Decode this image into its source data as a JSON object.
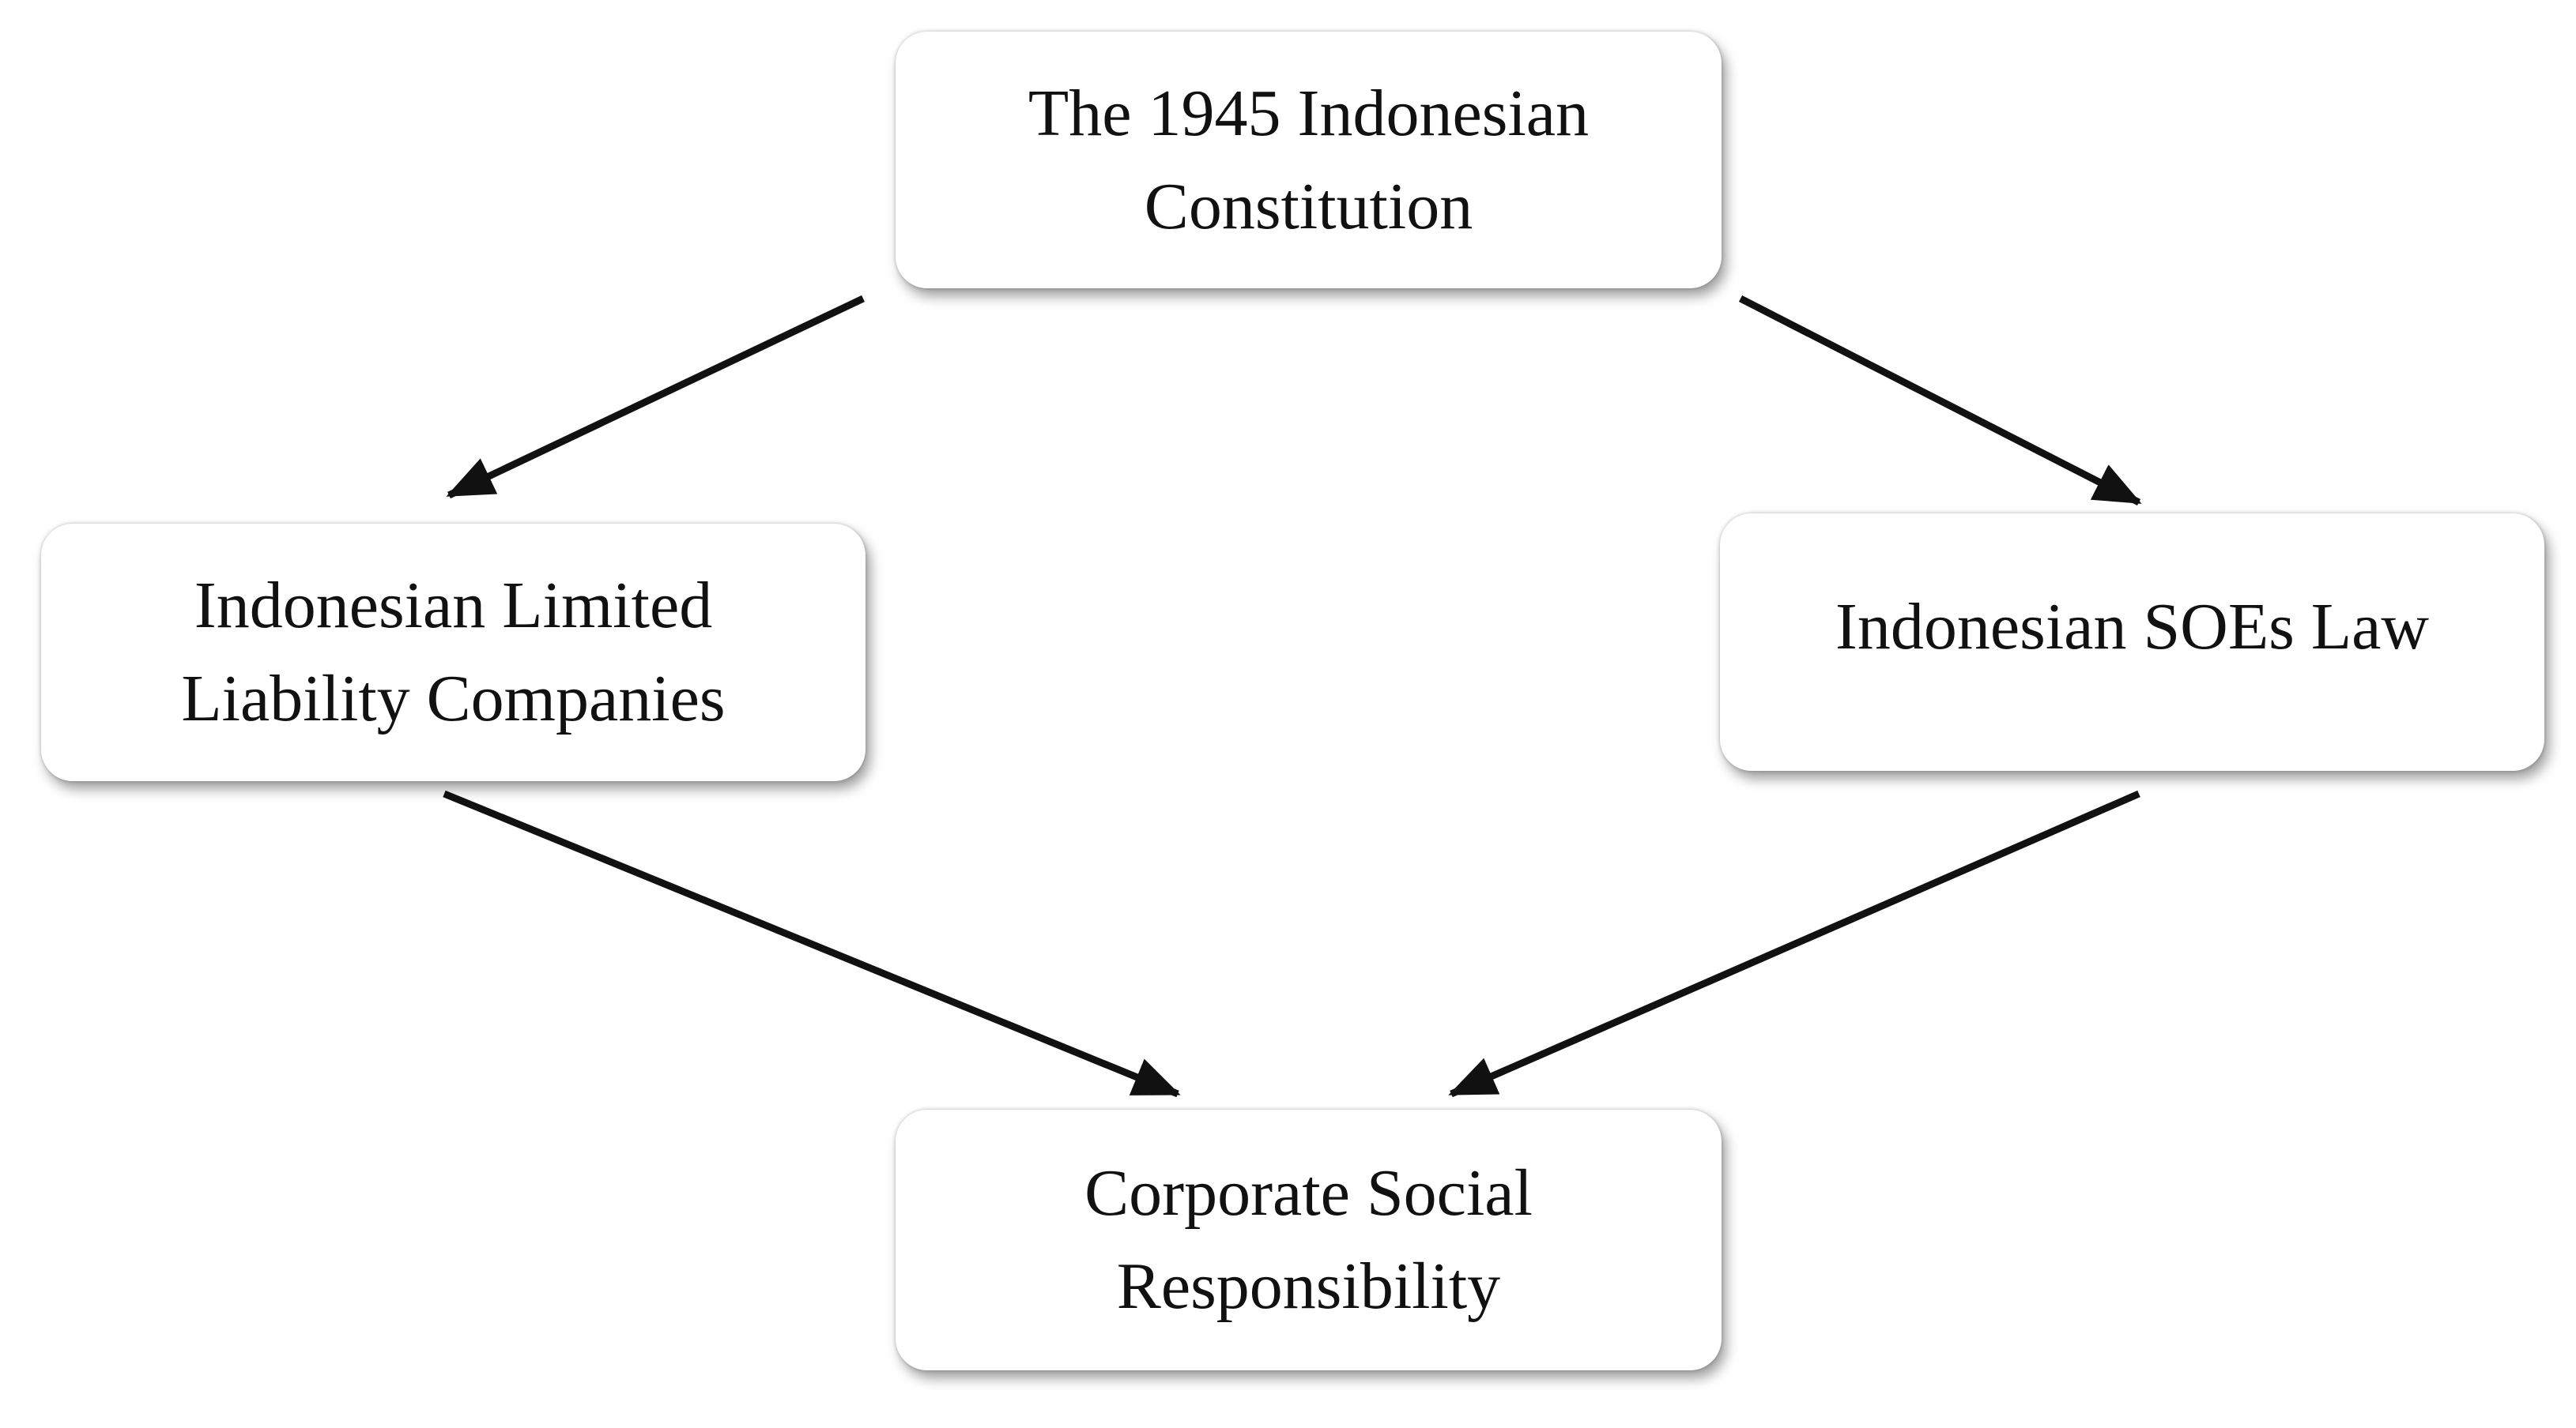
{
  "nodes": {
    "constitution": "The 1945 Indonesian Constitution",
    "llc": "Indonesian Limited Liability Companies",
    "soe": "Indonesian SOEs Law",
    "csr": "Corporate Social Responsibility"
  },
  "edges": [
    {
      "from": "constitution",
      "to": "llc"
    },
    {
      "from": "constitution",
      "to": "soe"
    },
    {
      "from": "llc",
      "to": "csr"
    },
    {
      "from": "soe",
      "to": "csr"
    }
  ]
}
